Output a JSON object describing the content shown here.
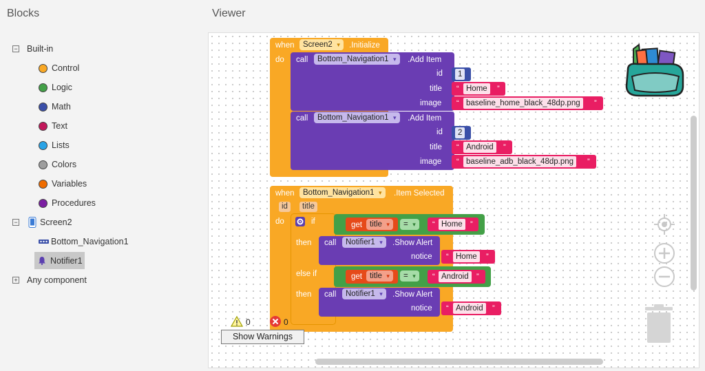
{
  "panels": {
    "blocks_title": "Blocks",
    "viewer_title": "Viewer"
  },
  "tree": {
    "builtin_label": "Built-in",
    "builtin_items": [
      {
        "label": "Control",
        "color": "#f9a825"
      },
      {
        "label": "Logic",
        "color": "#43a047"
      },
      {
        "label": "Math",
        "color": "#3a4fa8"
      },
      {
        "label": "Text",
        "color": "#c2185b"
      },
      {
        "label": "Lists",
        "color": "#29a3e6"
      },
      {
        "label": "Colors",
        "color": "#9e9e9e"
      },
      {
        "label": "Variables",
        "color": "#ef6c00"
      },
      {
        "label": "Procedures",
        "color": "#7b1fa2"
      }
    ],
    "screen_label": "Screen2",
    "components": [
      {
        "label": "Bottom_Navigation1",
        "icon": "navigation-icon"
      },
      {
        "label": "Notifier1",
        "icon": "bell-icon"
      }
    ],
    "any_component_label": "Any component",
    "toggle_collapse": "−",
    "toggle_expand": "+"
  },
  "block1": {
    "when": "when",
    "component": "Screen2",
    "event": ".Initialize",
    "do": "do",
    "calls": [
      {
        "call": "call",
        "component": "Bottom_Navigation1",
        "method": ".Add Item",
        "id_label": "id",
        "id_value": "1",
        "title_label": "title",
        "title_value": "Home",
        "image_label": "image",
        "image_value": "baseline_home_black_48dp.png"
      },
      {
        "call": "call",
        "component": "Bottom_Navigation1",
        "method": ".Add Item",
        "id_label": "id",
        "id_value": "2",
        "title_label": "title",
        "title_value": "Android",
        "image_label": "image",
        "image_value": "baseline_adb_black_48dp.png"
      }
    ]
  },
  "block2": {
    "when": "when",
    "component": "Bottom_Navigation1",
    "event": ".Item Selected",
    "params": [
      "id",
      "title"
    ],
    "do": "do",
    "if": "if",
    "else_if": "else if",
    "then": "then",
    "get": "get",
    "var": "title",
    "eq": "=",
    "compare1": "Home",
    "compare2": "Android",
    "call": "call",
    "notifier": "Notifier1",
    "method": ".Show Alert",
    "notice_label": "notice",
    "notice1": "Home",
    "notice2": "Android"
  },
  "quote_open": "“",
  "quote_close": "”",
  "warnings": {
    "warning_count": "0",
    "error_count": "0",
    "button": "Show Warnings"
  }
}
